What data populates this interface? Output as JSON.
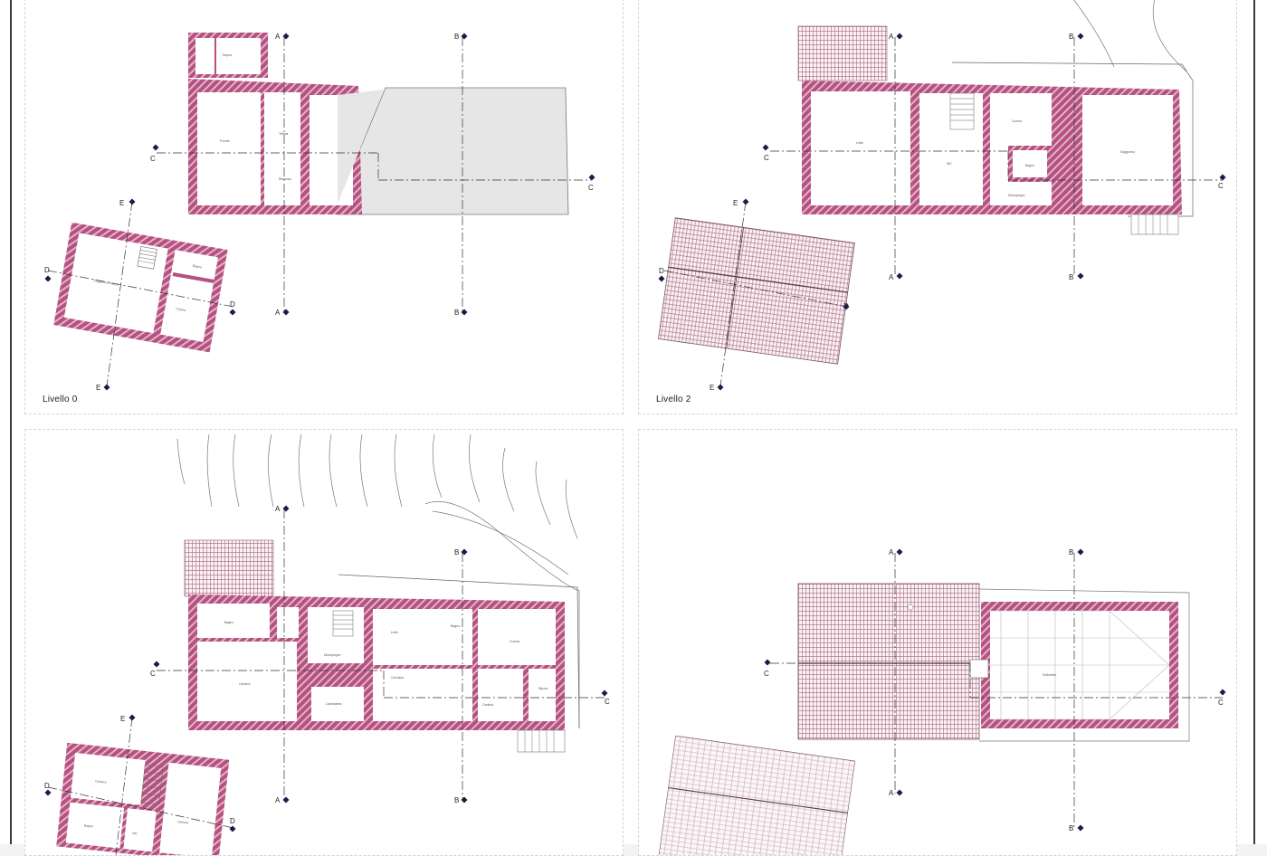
{
  "levels": {
    "top_left": {
      "label": "Livello 0"
    },
    "top_right": {
      "label": "Livello 2"
    }
  },
  "section_axes": [
    "A",
    "B",
    "C",
    "D",
    "E"
  ],
  "colors": {
    "wall": "#b04a7c",
    "wall_hatch": "#d9a0bf",
    "grey_area": "#e6e6e6",
    "roof_tiles": "#b07a8e",
    "axis": "#222222"
  },
  "icons": [
    "axis-marker-icon"
  ]
}
